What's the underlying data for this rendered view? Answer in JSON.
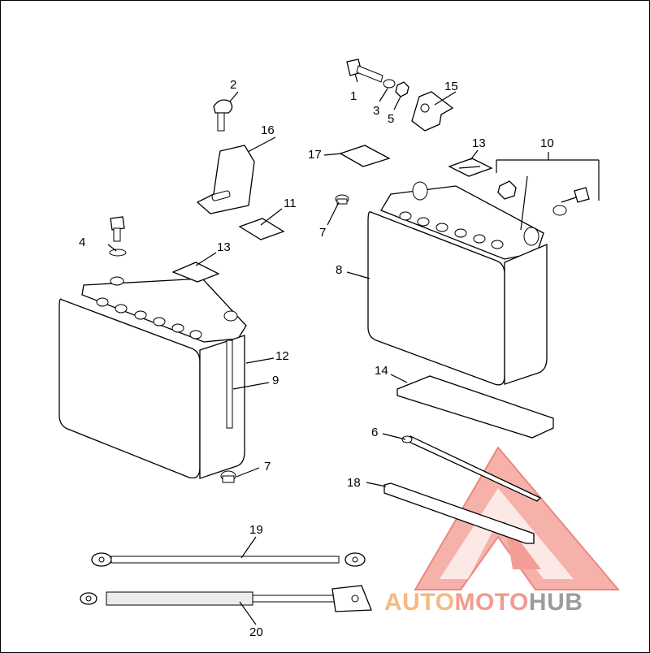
{
  "callouts": [
    {
      "id": "c1",
      "text": "1"
    },
    {
      "id": "c2",
      "text": "2"
    },
    {
      "id": "c3",
      "text": "3"
    },
    {
      "id": "c4",
      "text": "4"
    },
    {
      "id": "c5",
      "text": "5"
    },
    {
      "id": "c6",
      "text": "6"
    },
    {
      "id": "c7a",
      "text": "7"
    },
    {
      "id": "c7b",
      "text": "7"
    },
    {
      "id": "c8",
      "text": "8"
    },
    {
      "id": "c9",
      "text": "9"
    },
    {
      "id": "c10",
      "text": "10"
    },
    {
      "id": "c11",
      "text": "11"
    },
    {
      "id": "c12",
      "text": "12"
    },
    {
      "id": "c13a",
      "text": "13"
    },
    {
      "id": "c13b",
      "text": "13"
    },
    {
      "id": "c14",
      "text": "14"
    },
    {
      "id": "c15",
      "text": "15"
    },
    {
      "id": "c16",
      "text": "16"
    },
    {
      "id": "c17",
      "text": "17"
    },
    {
      "id": "c18",
      "text": "18"
    },
    {
      "id": "c19",
      "text": "19"
    },
    {
      "id": "c20",
      "text": "20"
    }
  ],
  "watermark": {
    "part1": "AUTO",
    "part2": "MOTO",
    "part3": "HUB",
    "colors": {
      "auto": "#f6b97f",
      "moto": "#f39a8f",
      "hub": "#9c9c9c",
      "logo": "#f08c84"
    }
  }
}
